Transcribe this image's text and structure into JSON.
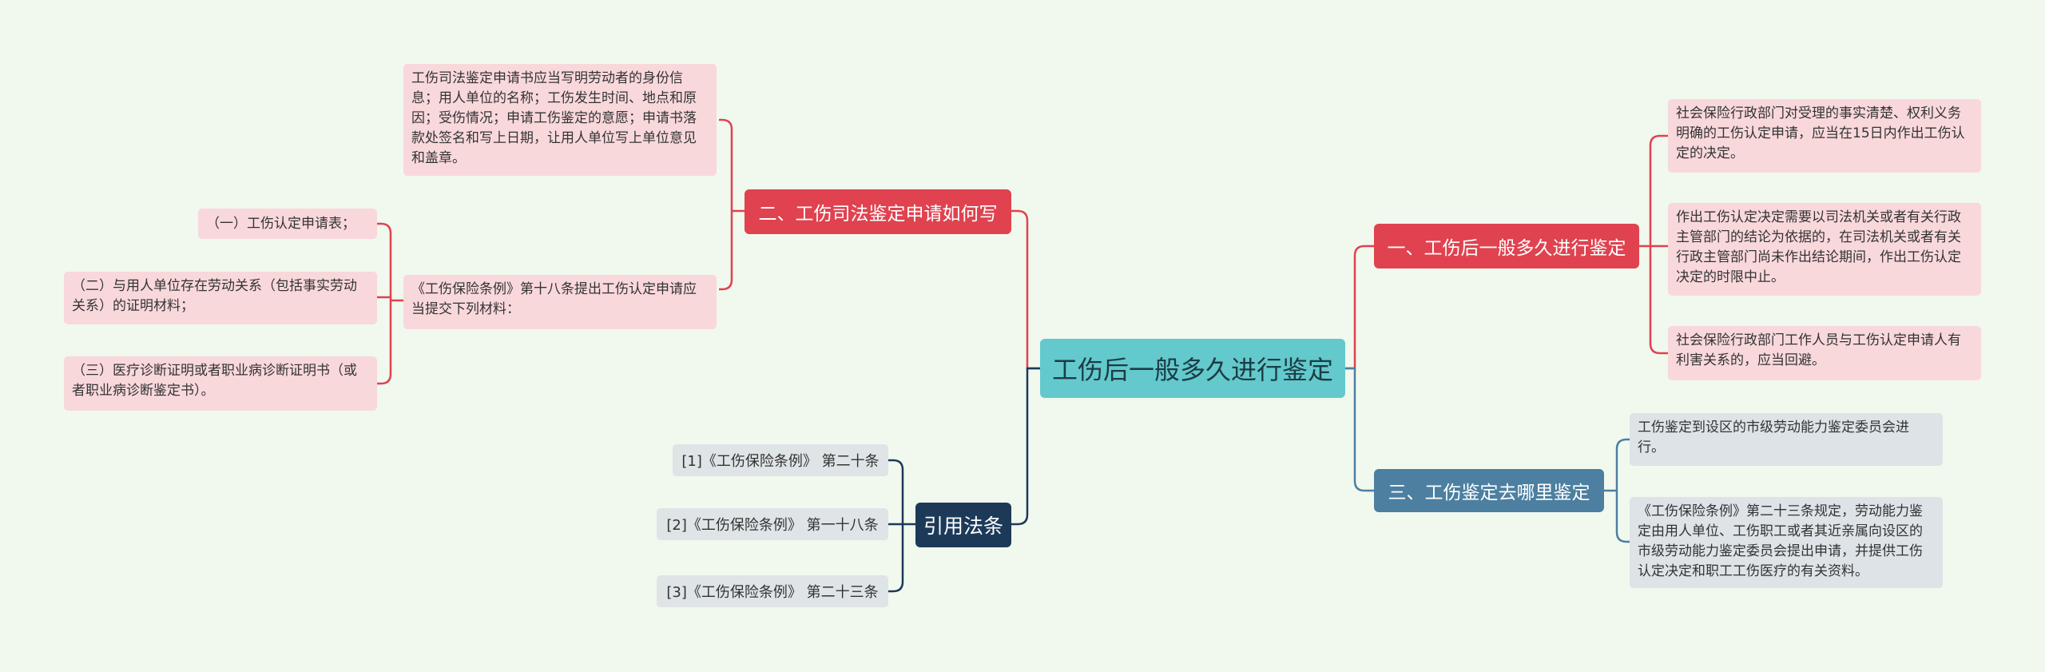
{
  "root": {
    "label": "工伤后一般多久进行鉴定"
  },
  "colors": {
    "background": "#f1f8ee",
    "root": "#63c9cd",
    "red": "#e0424f",
    "blue": "#4c7fa0",
    "navy": "#1c3a58",
    "pink_leaf": "#f9d8dc",
    "gray_leaf": "#dde3e7"
  },
  "branch_one": {
    "label": "一、工伤后一般多久进行鉴定",
    "leaves": [
      "社会保险行政部门对受理的事实清楚、权利义务明确的工伤认定申请，应当在15日内作出工伤认定的决定。",
      "作出工伤认定决定需要以司法机关或者有关行政主管部门的结论为依据的，在司法机关或者有关行政主管部门尚未作出结论期间，作出工伤认定决定的时限中止。",
      "社会保险行政部门工作人员与工伤认定申请人有利害关系的，应当回避。"
    ]
  },
  "branch_two": {
    "label": "二、工伤司法鉴定申请如何写",
    "leaf_top": "工伤司法鉴定申请书应当写明劳动者的身份信息；用人单位的名称；工伤发生时间、地点和原因；受伤情况；申请工伤鉴定的意愿；申请书落款处签名和写上日期，让用人单位写上单位意见和盖章。",
    "leaf_mid": "《工伤保险条例》第十八条提出工伤认定申请应当提交下列材料：",
    "sub_items": [
      "（一）工伤认定申请表；",
      "（二）与用人单位存在劳动关系（包括事实劳动关系）的证明材料；",
      "（三）医疗诊断证明或者职业病诊断证明书（或者职业病诊断鉴定书）。"
    ]
  },
  "branch_three": {
    "label": "三、工伤鉴定去哪里鉴定",
    "leaves": [
      "工伤鉴定到设区的市级劳动能力鉴定委员会进行。",
      "《工伤保险条例》第二十三条规定，劳动能力鉴定由用人单位、工伤职工或者其近亲属向设区的市级劳动能力鉴定委员会提出申请，并提供工伤认定决定和职工工伤医疗的有关资料。"
    ]
  },
  "references": {
    "label": "引用法条",
    "items": [
      "[1]《工伤保险条例》 第二十条",
      "[2]《工伤保险条例》 第一十八条",
      "[3]《工伤保险条例》 第二十三条"
    ]
  }
}
